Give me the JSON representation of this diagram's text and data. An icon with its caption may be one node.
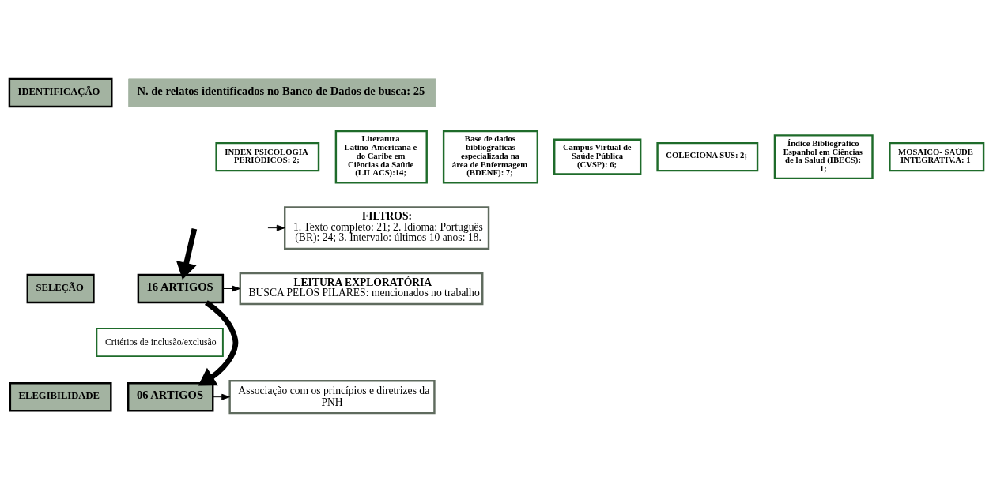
{
  "diagram": {
    "nodes": [
      {
        "text": [
          "IDENTIFICAÇÃO"
        ]
      },
      {
        "text": [
          "SELEÇÃO"
        ]
      },
      {
        "text": [
          "ELEGIBILIDADE"
        ]
      },
      {
        "text": [
          "N. de relatos identificados no Banco de Dados de busca: 25"
        ]
      },
      {
        "text": [
          "Literatura Latino-Americana e do Caribe em Ciências da Saúde (LILACS):14;"
        ]
      },
      {
        "text": [
          "Base de dados bibliográficas especializada na área de Enfermagem (BDENF): 7;"
        ]
      },
      {
        "text": [
          "Campus Virtual de Saúde Pública (CVSP): 6;"
        ]
      },
      {
        "text": [
          "INDEX PSICOLOGIA PERIÓDICOS: 2;"
        ]
      },
      {
        "text": [
          "COLECIONA SUS: 2;"
        ]
      },
      {
        "text": [
          "Índice Bibliográfico Espanhol em Ciências de la Salud (IBECS): 1;"
        ]
      },
      {
        "text": [
          "MOSAICO- SAÚDE INTEGRATIV.A: 1"
        ]
      },
      {
        "text": [
          "FILTROS:",
          "1. Texto completo: 21; 2. Idioma: Português (BR): 24; 3. Intervalo: últimos 10 anos: 18."
        ]
      },
      {
        "text": [
          "16 ARTIGOS"
        ]
      },
      {
        "text": [
          "LEITURA EXPLORATÓRIA",
          "BUSCA PELOS PILARES: mencionados no trabalho"
        ]
      },
      {
        "text": [
          "Critérios de inclusão/exclusão"
        ]
      },
      {
        "text": [
          "06 ARTIGOS"
        ]
      },
      {
        "text": [
          "Associação com os princípios e diretrizes da PNH"
        ]
      }
    ],
    "edges": [
      {
        "from": null,
        "to": 12,
        "arrow": "to",
        "style": "thick"
      },
      {
        "from": null,
        "to": 11,
        "arrow": "to"
      },
      {
        "from": 12,
        "to": 13,
        "arrow": "to"
      },
      {
        "from": 12,
        "to": 15,
        "arrow": "to",
        "style": "thick"
      },
      {
        "from": 15,
        "to": 16,
        "arrow": "to"
      }
    ]
  }
}
